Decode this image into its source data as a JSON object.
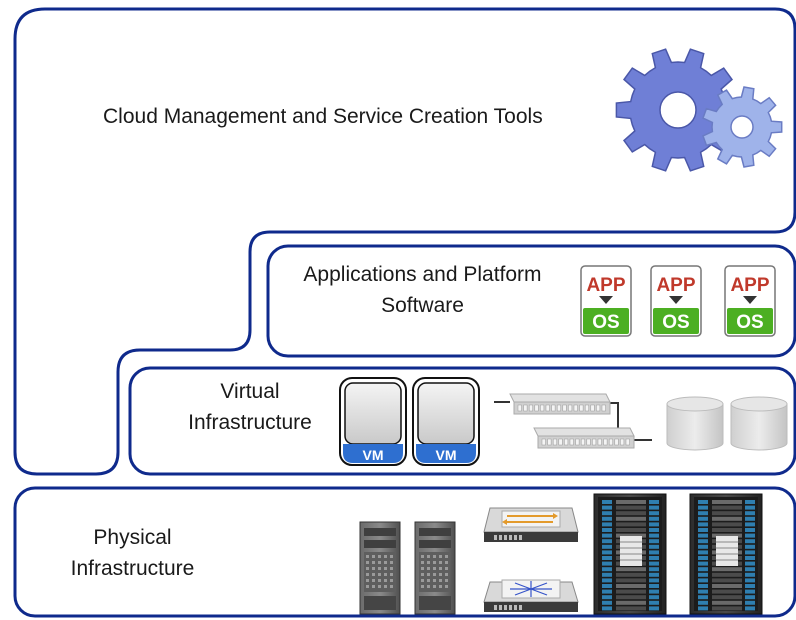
{
  "layers": {
    "cloud_management": {
      "title": "Cloud Management and Service Creation Tools",
      "icon": "gears-icon"
    },
    "applications": {
      "title_line1": "Applications and Platform",
      "title_line2": "Software",
      "stacks": [
        {
          "app": "APP",
          "os": "OS"
        },
        {
          "app": "APP",
          "os": "OS"
        },
        {
          "app": "APP",
          "os": "OS"
        }
      ]
    },
    "virtual": {
      "title_line1": "Virtual",
      "title_line2": "Infrastructure",
      "vms": [
        "VM",
        "VM"
      ],
      "icons": [
        "virtual-switch-icon",
        "virtual-switch-icon",
        "virtual-disk-icon",
        "virtual-disk-icon"
      ]
    },
    "physical": {
      "title_line1": "Physical",
      "title_line2": "Infrastructure",
      "icons": [
        "tower-server-icon",
        "tower-server-icon",
        "network-switch-icon",
        "router-icon",
        "server-rack-icon",
        "server-rack-icon"
      ]
    }
  },
  "colors": {
    "frame": "#0f2a8c",
    "app_label": "#c0392b",
    "os_label": "#4caf22",
    "vm_label": "#2e6fd0",
    "gear_large": "#6f7fd6",
    "gear_small": "#9fb3ea"
  }
}
